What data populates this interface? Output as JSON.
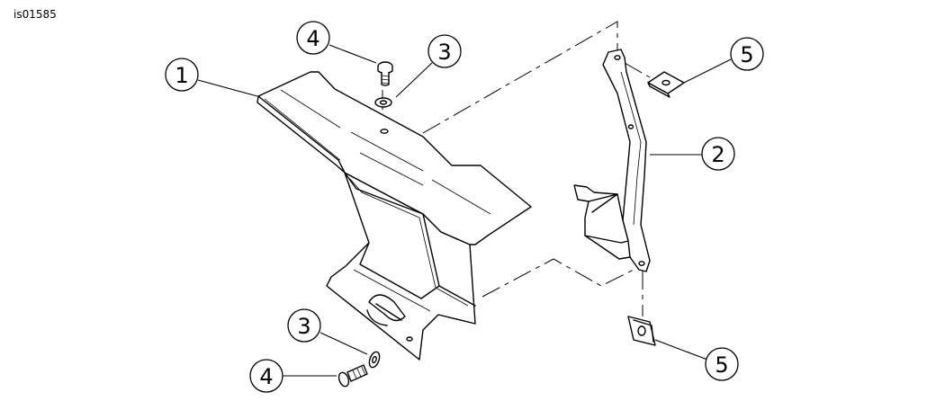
{
  "figure_id": "is01585",
  "callouts": {
    "c1": "1",
    "c2": "2",
    "c3_top": "3",
    "c3_bottom": "3",
    "c4_top": "4",
    "c4_bottom": "4",
    "c5_top": "5",
    "c5_bottom": "5"
  }
}
